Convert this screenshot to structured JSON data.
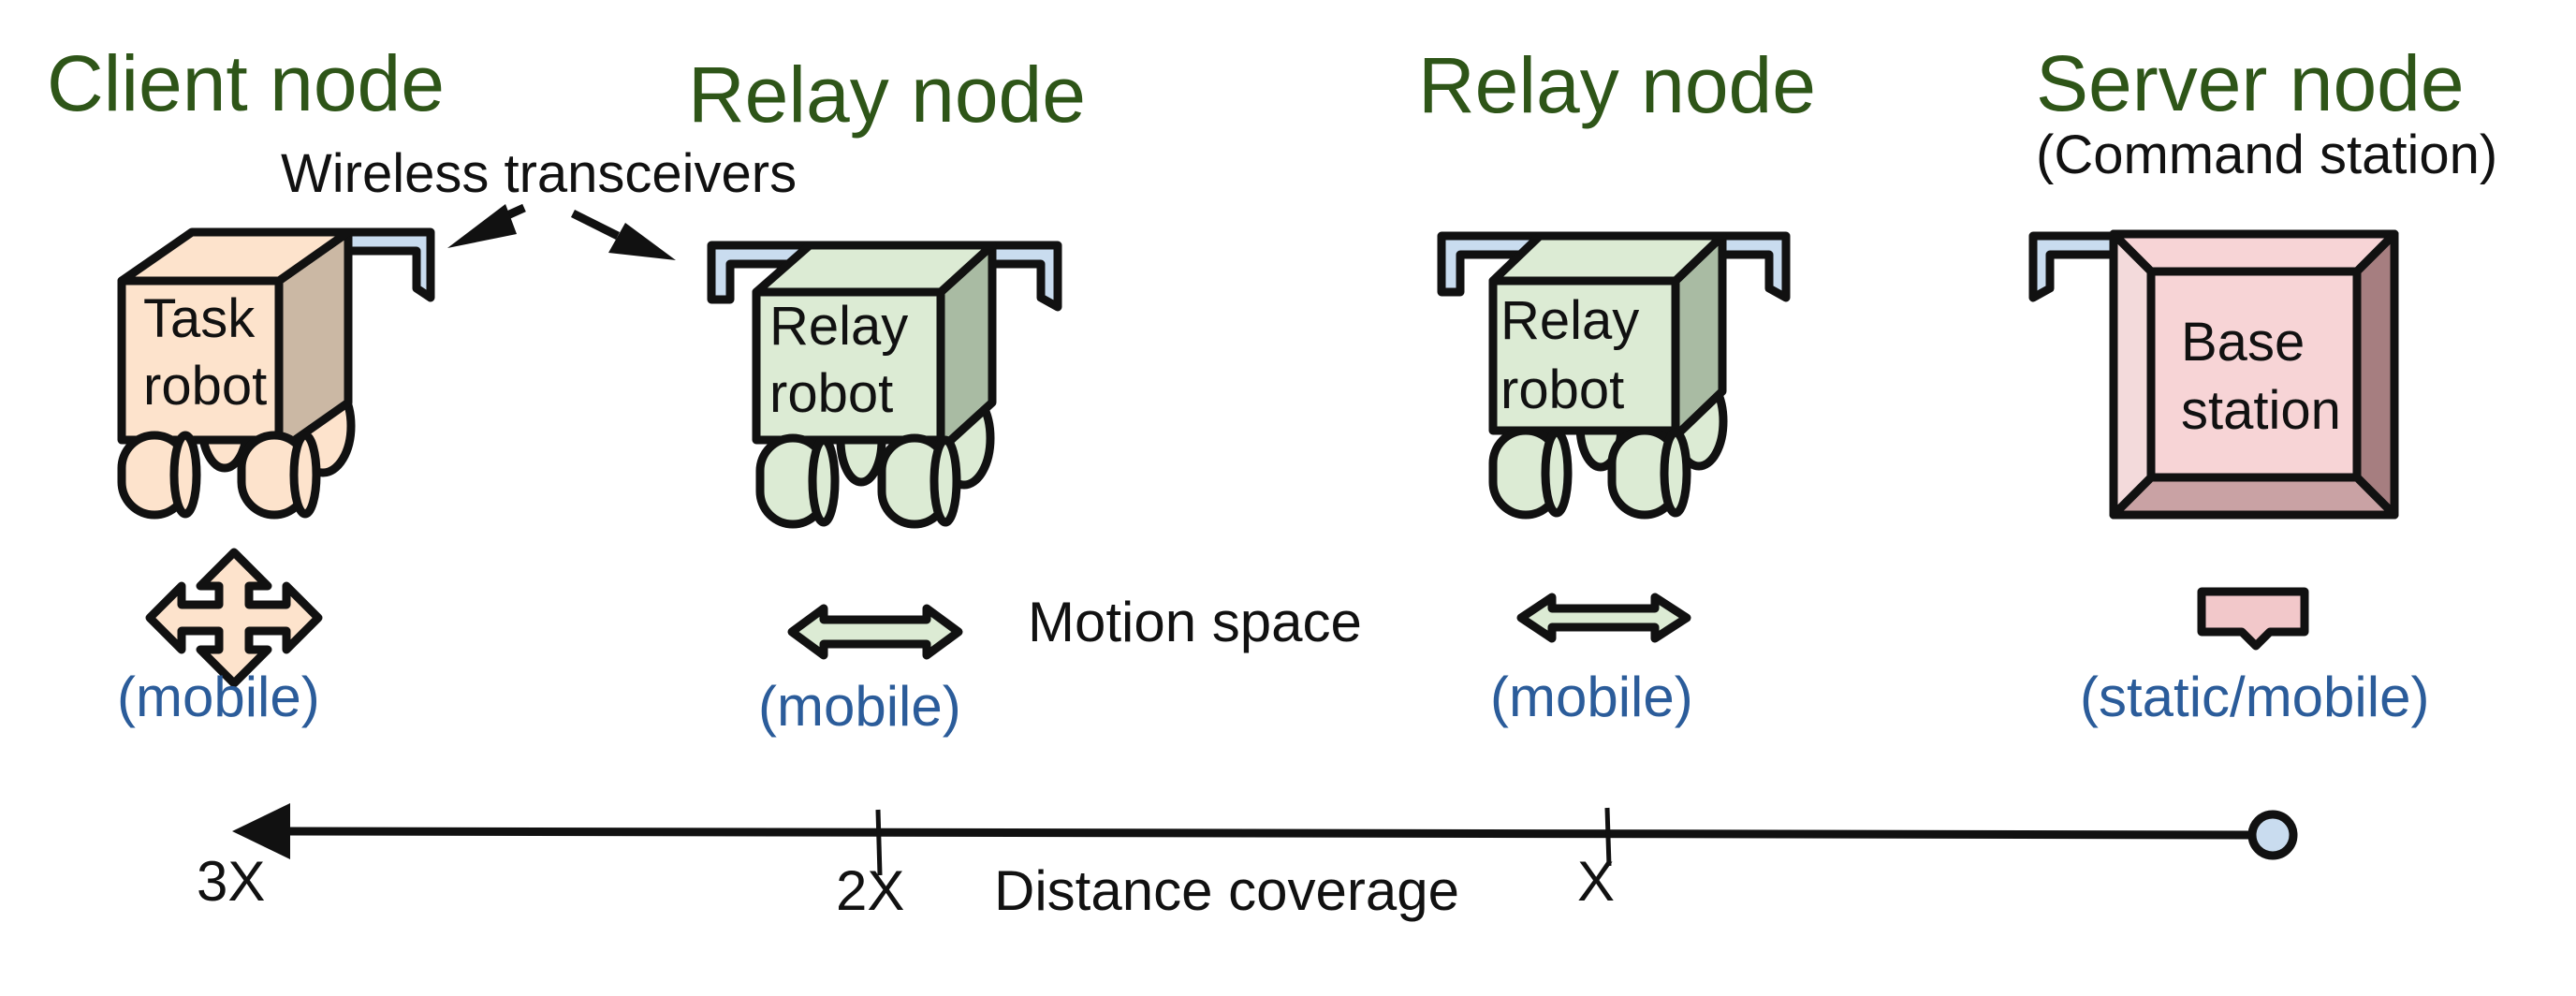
{
  "nodes": [
    {
      "title": "Client node",
      "subtitle": "",
      "robot_label_line1": "Task",
      "robot_label_line2": "robot",
      "motion": "(mobile)"
    },
    {
      "title": "Relay node",
      "subtitle": "",
      "robot_label_line1": "Relay",
      "robot_label_line2": "robot",
      "motion": "(mobile)"
    },
    {
      "title": "Relay node",
      "subtitle": "",
      "robot_label_line1": "Relay",
      "robot_label_line2": "robot",
      "motion": "(mobile)"
    },
    {
      "title": "Server node",
      "subtitle": "(Command station)",
      "robot_label_line1": "Base",
      "robot_label_line2": "station",
      "motion": "(static/mobile)"
    }
  ],
  "annotations": {
    "transceivers": "Wireless transceivers",
    "motion_space": "Motion space",
    "distance_coverage": "Distance coverage"
  },
  "axis": {
    "ticks": [
      "3X",
      "2X",
      "X"
    ]
  },
  "colors": {
    "title_green": "#2e5518",
    "mobile_blue": "#2b5c9a",
    "task_front": "#fde3cc",
    "task_side": "#cbb8a4",
    "relay_front": "#dcebd4",
    "relay_side": "#a9bba3",
    "base_front": "#f7d4d6",
    "base_dark": "#a67e80",
    "antenna": "#c9dcef"
  }
}
